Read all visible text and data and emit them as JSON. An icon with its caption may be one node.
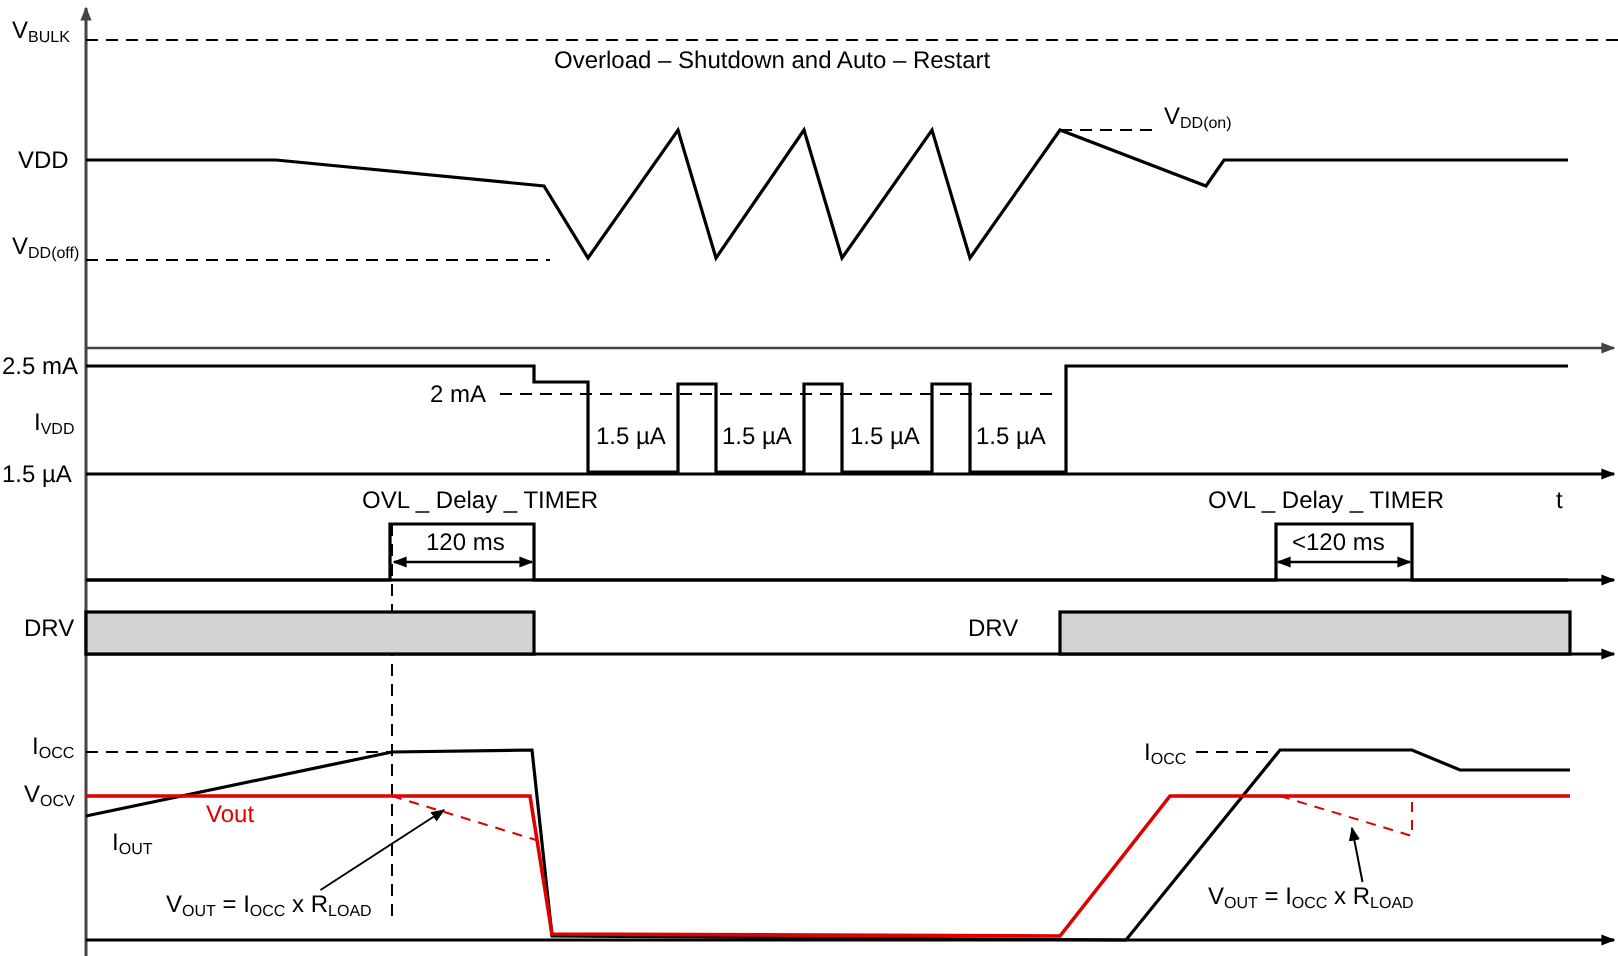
{
  "diagram": {
    "nodes": [
      {
        "text": [
          "V$_{OUT}$ = I$_{OCC}$ x R$_{LOAD}$"
        ]
      },
      {
        "text": [
          "V$_{OUT}$ = I$_{OCC}$ x R$_{LOAD}$"
        ]
      }
    ],
    "edges": [
      {
        "from": 0,
        "to": null,
        "arrow": "to"
      },
      {
        "from": 1,
        "to": null,
        "arrow": "to"
      }
    ],
    "labels": [
      "V$_{BULK}$",
      "Overload – Shutdown and Auto – Restart",
      "VDD",
      "V$_{DD(on)}$",
      "V$_{DD(off)}$",
      "2.5 mA",
      "2 mA",
      "I$_{VDD}$",
      "1.5 µA",
      "1.5 µA",
      "1.5 µA",
      "1.5 µA",
      "1.5 µA",
      "OVL _  Delay _ TIMER",
      "OVL _  Delay _ TIMER",
      "t",
      "120 ms",
      "<120 ms",
      "DRV",
      "DRV",
      "I$_{OCC}$",
      "I$_{OCC}$",
      "V$_{OCV}$",
      "Vout",
      "I$_{OUT}$"
    ]
  }
}
